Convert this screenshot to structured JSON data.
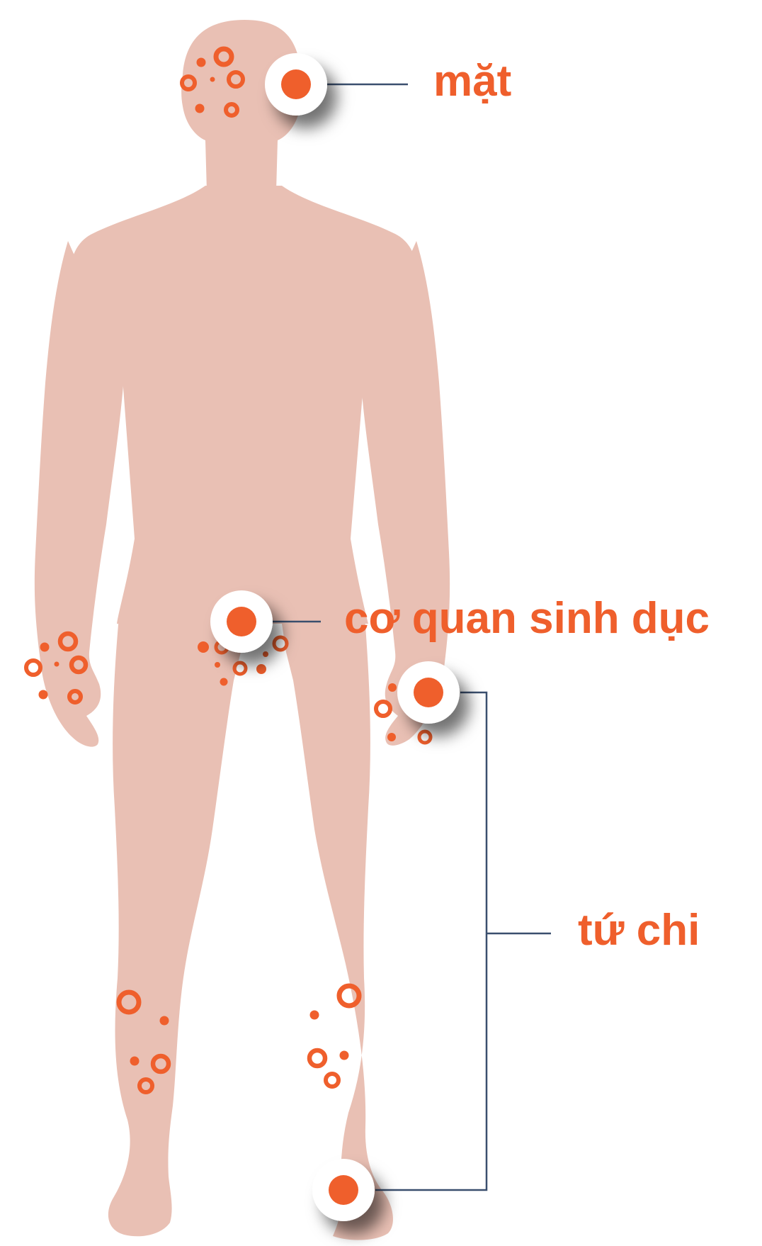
{
  "colors": {
    "background": "#ffffff",
    "body_silhouette": "#e9c0b4",
    "accent": "#ef5f2c",
    "connector_line": "#3a4f6e",
    "marker_fill": "#ffffff"
  },
  "labels": {
    "face": "mặt",
    "genitals": "cơ quan sinh dục",
    "limbs": "tứ chi"
  }
}
